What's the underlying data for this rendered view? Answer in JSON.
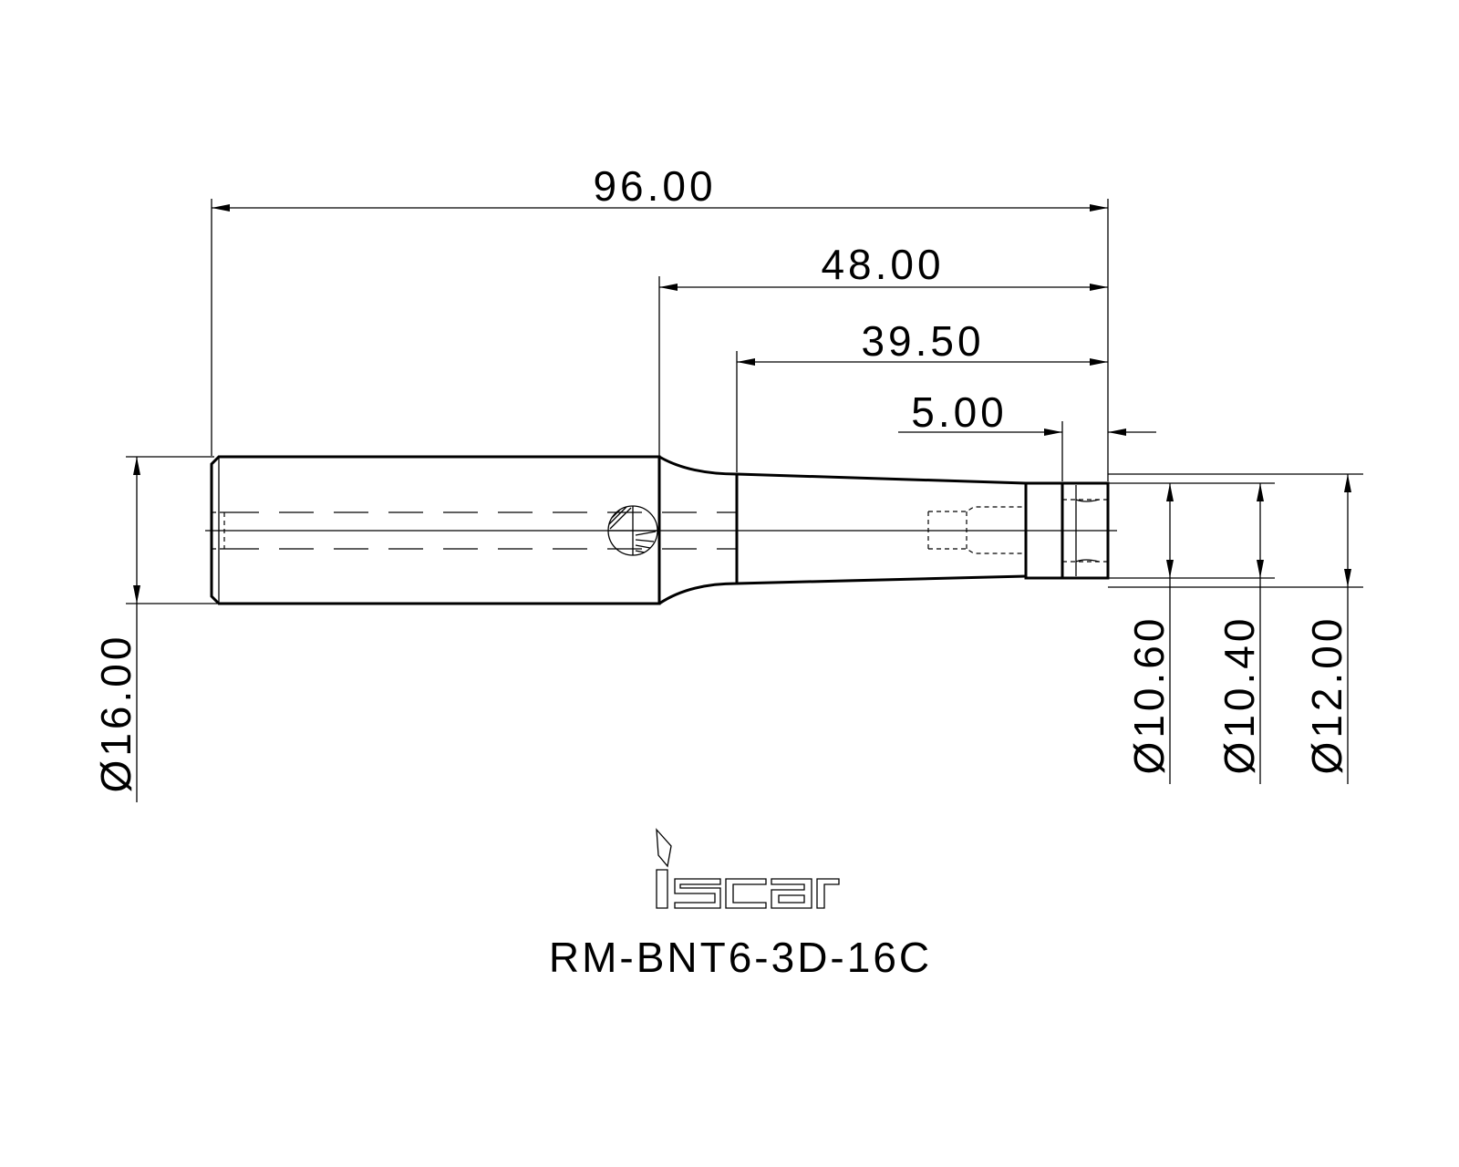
{
  "dimensions": {
    "overall_length": "96.00",
    "length_48": "48.00",
    "length_39": "39.50",
    "length_5": "5.00",
    "dia_shank": "Ø16.00",
    "dia_10_60": "Ø10.60",
    "dia_10_40": "Ø10.40",
    "dia_12": "Ø12.00"
  },
  "brand": {
    "logo": "iscar",
    "logo_icon": "iscar-logo-icon"
  },
  "part_number": "RM-BNT6-3D-16C",
  "colors": {
    "line": "#000000",
    "background": "#ffffff"
  }
}
